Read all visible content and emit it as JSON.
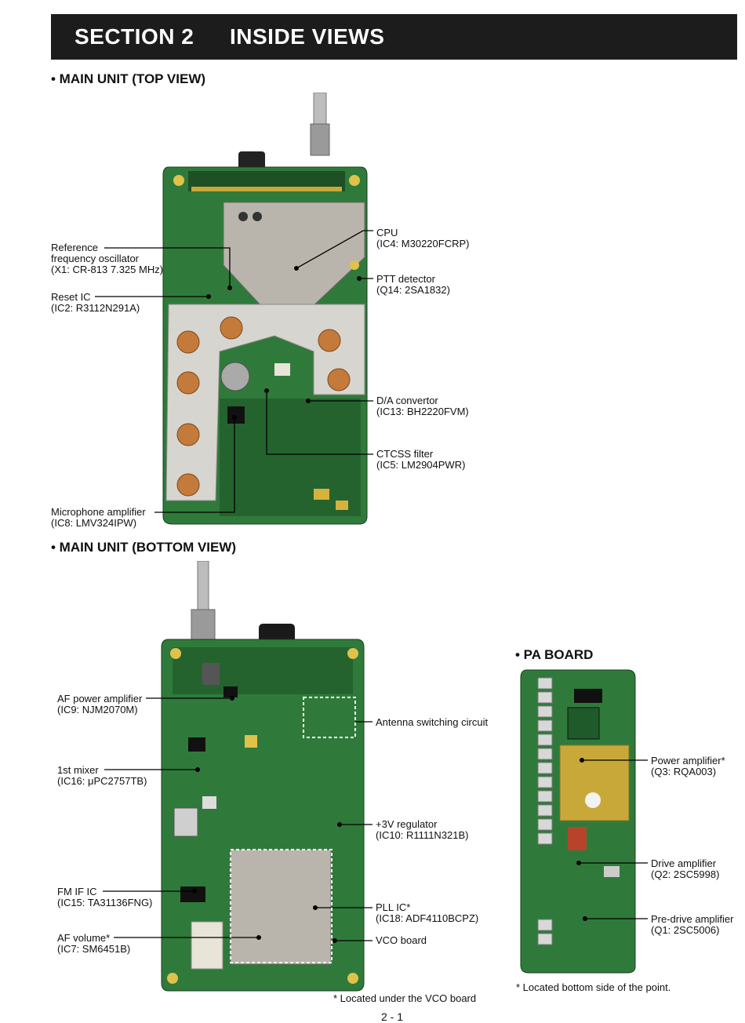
{
  "header": {
    "section": "SECTION 2",
    "title": "INSIDE VIEWS"
  },
  "top_view": {
    "heading": "• MAIN UNIT (TOP VIEW)",
    "labels": {
      "ref_osc": [
        "Reference",
        "frequency oscillator",
        "(X1: CR-813 7.325 MHz)"
      ],
      "reset_ic": [
        "Reset IC",
        "(IC2: R3112N291A)"
      ],
      "mic_amp": [
        "Microphone amplifier",
        "(IC8: LMV324IPW)"
      ],
      "cpu": [
        "CPU",
        "(IC4: M30220FCRP)"
      ],
      "ptt": [
        "PTT detector",
        "(Q14: 2SA1832)"
      ],
      "da_conv": [
        "D/A convertor",
        "(IC13: BH2220FVM)"
      ],
      "ctcss": [
        "CTCSS filter",
        "(IC5: LM2904PWR)"
      ]
    }
  },
  "bottom_view": {
    "heading": "• MAIN UNIT (BOTTOM VIEW)",
    "labels": {
      "af_power": [
        "AF power amplifier",
        "(IC9: NJM2070M)"
      ],
      "mixer": [
        "1st mixer",
        "(IC16: μPC2757TB)"
      ],
      "fm_if": [
        "FM IF IC",
        "(IC15: TA31136FNG)"
      ],
      "af_volume": [
        "AF volume*",
        "(IC7: SM6451B)"
      ],
      "antenna": [
        "Antenna switching circuit"
      ],
      "regulator": [
        "+3V regulator",
        "(IC10: R1111N321B)"
      ],
      "pll": [
        "PLL IC*",
        "(IC18: ADF4110BCPZ)"
      ],
      "vco": [
        "VCO board"
      ]
    },
    "note": "* Located under the VCO board"
  },
  "pa_board": {
    "heading": "• PA BOARD",
    "labels": {
      "power_amp": [
        "Power amplifier*",
        "(Q3: RQA003)"
      ],
      "drive_amp": [
        "Drive amplifier",
        "(Q2: 2SC5998)"
      ],
      "predrive_amp": [
        "Pre-drive amplifier",
        "(Q1: 2SC5006)"
      ]
    },
    "note": "* Located bottom side of the point."
  },
  "page_number": "2 - 1",
  "colors": {
    "pcb": "#2f7a3a",
    "pcb_dark": "#1f5a2a",
    "shield": "#b9b5ad",
    "gold": "#c9a83a",
    "header": "#1c1c1c"
  }
}
